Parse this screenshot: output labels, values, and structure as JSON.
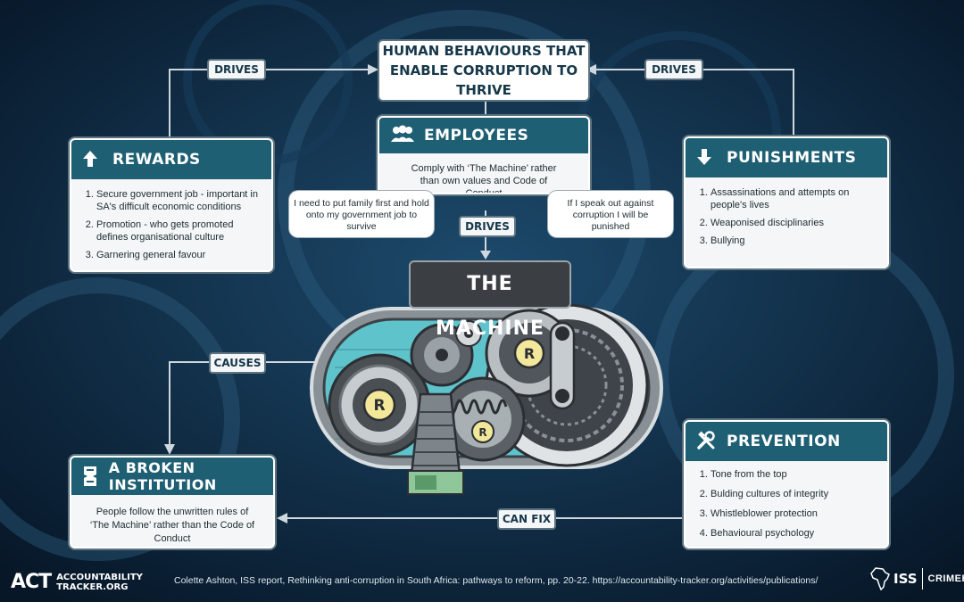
{
  "title": {
    "line1": "HUMAN BEHAVIOURS THAT",
    "line2": "ENABLE CORRUPTION TO THRIVE"
  },
  "connectors": {
    "drives_left": "DRIVES",
    "drives_right": "DRIVES",
    "drives_center": "DRIVES",
    "causes": "CAUSES",
    "can_fix": "CAN FIX"
  },
  "rewards": {
    "title": "REWARDS",
    "icon": "arrow-up-icon",
    "items": [
      "Secure government job - important in SA's difficult economic conditions",
      "Promotion - who gets promoted defines organisational culture",
      "Garnering general favour"
    ]
  },
  "employees": {
    "title": "EMPLOYEES",
    "icon": "people-icon",
    "text": "Comply with ‘The Machine’ rather than own values and Code of Conduct",
    "bubble_left": "I need to put family first and hold onto my government job to survive",
    "bubble_right": "If I speak out against corruption I will be punished"
  },
  "punishments": {
    "title": "PUNISHMENTS",
    "icon": "arrow-down-icon",
    "items": [
      "Assassinations and attempts on people's lives",
      "Weaponised disciplinaries",
      "Bullying"
    ]
  },
  "machine": {
    "title": "THE MACHINE",
    "coin_label": "R"
  },
  "broken": {
    "title": "A BROKEN INSTITUTION",
    "icon": "torn-document-icon",
    "text": "People follow the unwritten rules of ‘The Machine’ rather than the Code of Conduct"
  },
  "prevention": {
    "title": "PREVENTION",
    "icon": "tools-icon",
    "items": [
      "Tone from the top",
      "Bulding cultures of integrity",
      "Whistleblower protection",
      "Behavioural psychology"
    ]
  },
  "footer": {
    "logo_left_mark": "ACT",
    "logo_left_line1": "ACCOUNTABILITY",
    "logo_left_line2": "TRACKER.ORG",
    "citation": "Colette Ashton, ISS report, Rethinking anti-corruption in South Africa: pathways to reform, pp. 20-22. https://accountability-tracker.org/activities/publications/",
    "logo_right_iss": "ISS",
    "logo_right_name": "CRIMEHUB"
  },
  "colors": {
    "header_teal": "#1f5f73",
    "background_navy": "#0c2238",
    "machine_cyan": "#5fc3cc",
    "coin_yellow": "#f3e79a"
  }
}
